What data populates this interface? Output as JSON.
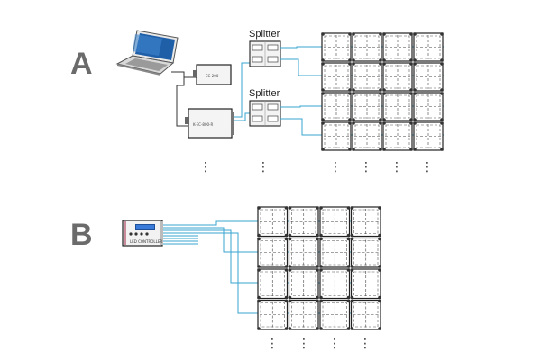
{
  "labels": {
    "section_a": "A",
    "section_b": "B"
  },
  "section_a": {
    "splitters": [
      {
        "title": "Splitter"
      },
      {
        "title": "Splitter"
      }
    ],
    "controller_top_label": "EC-200",
    "controller_bottom_label": "K-EC-800-R",
    "panel_grid": {
      "cols": 4,
      "rows": 4
    },
    "continuation": "⋮"
  },
  "section_b": {
    "controller_label": "LED CONTROLLER",
    "panel_grid": {
      "cols": 4,
      "rows": 4
    },
    "continuation": "⋮"
  },
  "colors": {
    "cable": "#3aa5d0",
    "wire": "#333333",
    "panel_frame": "#222222",
    "label_gray": "#6b6b6b"
  }
}
